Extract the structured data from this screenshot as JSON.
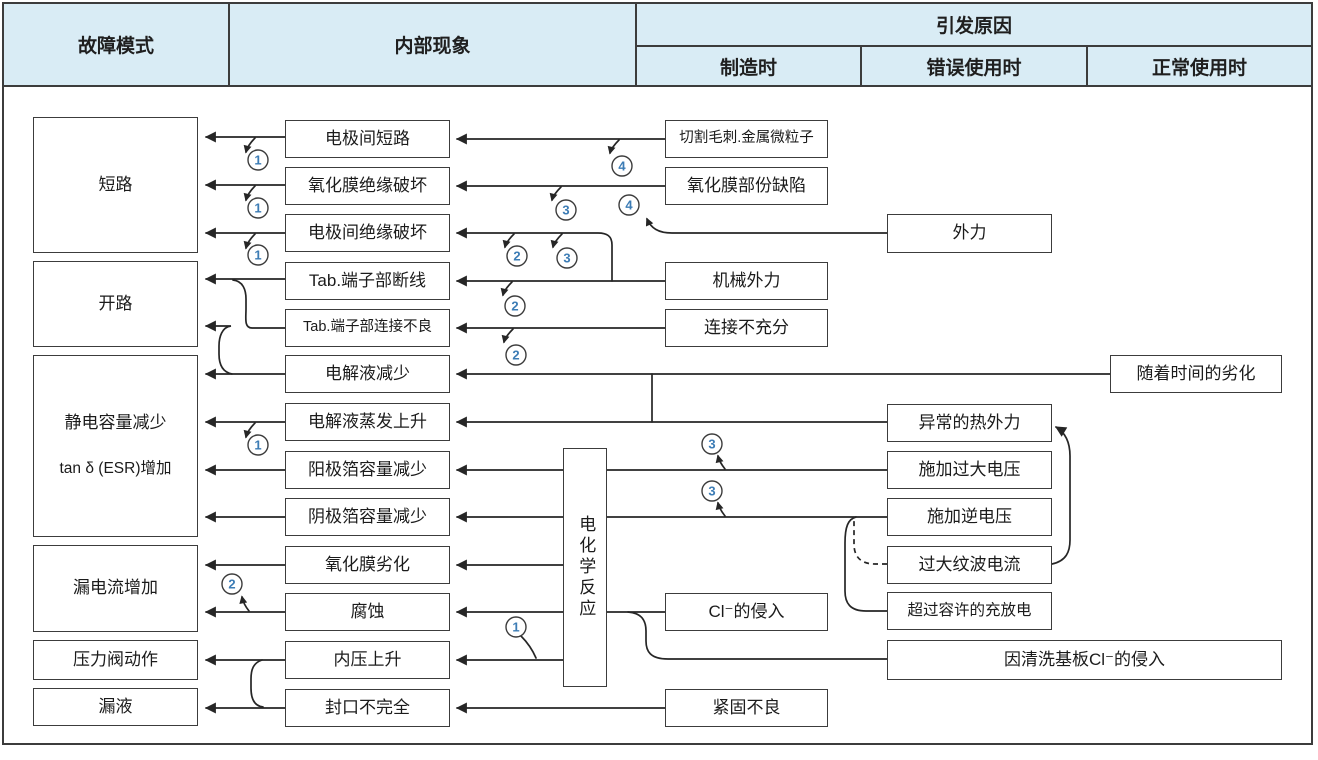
{
  "header": {
    "fault_mode": "故障模式",
    "internal_phenomenon": "内部现象",
    "cause": "引发原因",
    "at_manufacturing": "制造时",
    "at_misuse": "错误使用时",
    "at_normal_use": "正常使用时"
  },
  "fault_modes": {
    "short_circuit": "短路",
    "open_circuit": "开路",
    "capacitance_decrease": "静电容量减少",
    "esr_increase": "tan δ (ESR)增加",
    "leakage_current_increase": "漏电流增加",
    "pressure_valve_operation": "压力阀动作",
    "liquid_leak": "漏液"
  },
  "internal_phenomena": {
    "inter_electrode_short": "电极间短路",
    "oxide_film_insulation_breakdown": "氧化膜绝缘破坏",
    "inter_electrode_insulation_breakdown": "电极间绝缘破坏",
    "tab_terminal_break": "Tab.端子部断线",
    "tab_terminal_poor_connection": "Tab.端子部连接不良",
    "electrolyte_decrease": "电解液减少",
    "electrolyte_evaporation_rise": "电解液蒸发上升",
    "anode_foil_capacity_decrease": "阳极箔容量减少",
    "cathode_foil_capacity_decrease": "阴极箔容量减少",
    "oxide_film_degradation": "氧化膜劣化",
    "corrosion": "腐蚀",
    "internal_pressure_rise": "内压上升",
    "incomplete_sealing": "封口不完全",
    "electrochemical_reaction": "电化学反应"
  },
  "causes_manufacturing": {
    "cutting_burr_metal_particles": "切割毛刺.金属微粒子",
    "oxide_film_partial_defect": "氧化膜部份缺陷",
    "mechanical_external_force": "机械外力",
    "insufficient_connection": "连接不充分",
    "cl_intrusion": "Cl⁻的侵入",
    "fastening_defect": "紧固不良"
  },
  "causes_misuse": {
    "external_force": "外力",
    "abnormal_thermal_stress": "异常的热外力",
    "apply_overvoltage": "施加过大电压",
    "apply_reverse_voltage": "施加逆电压",
    "excess_ripple_current": "过大纹波电流",
    "over_permitted_charge_discharge": "超过容许的充放电",
    "cl_intrusion_board_cleaning": "因清洗基板Cl⁻的侵入"
  },
  "causes_normal": {
    "aging_degradation": "随着时间的劣化"
  },
  "connectors": {
    "c1": "1",
    "c2": "2",
    "c3": "3",
    "c4": "4"
  },
  "colors": {
    "header_bg": "#d9ecf5",
    "line": "#262626",
    "box_border": "#3c3c3c",
    "connector_number": "#3c7cb5"
  }
}
